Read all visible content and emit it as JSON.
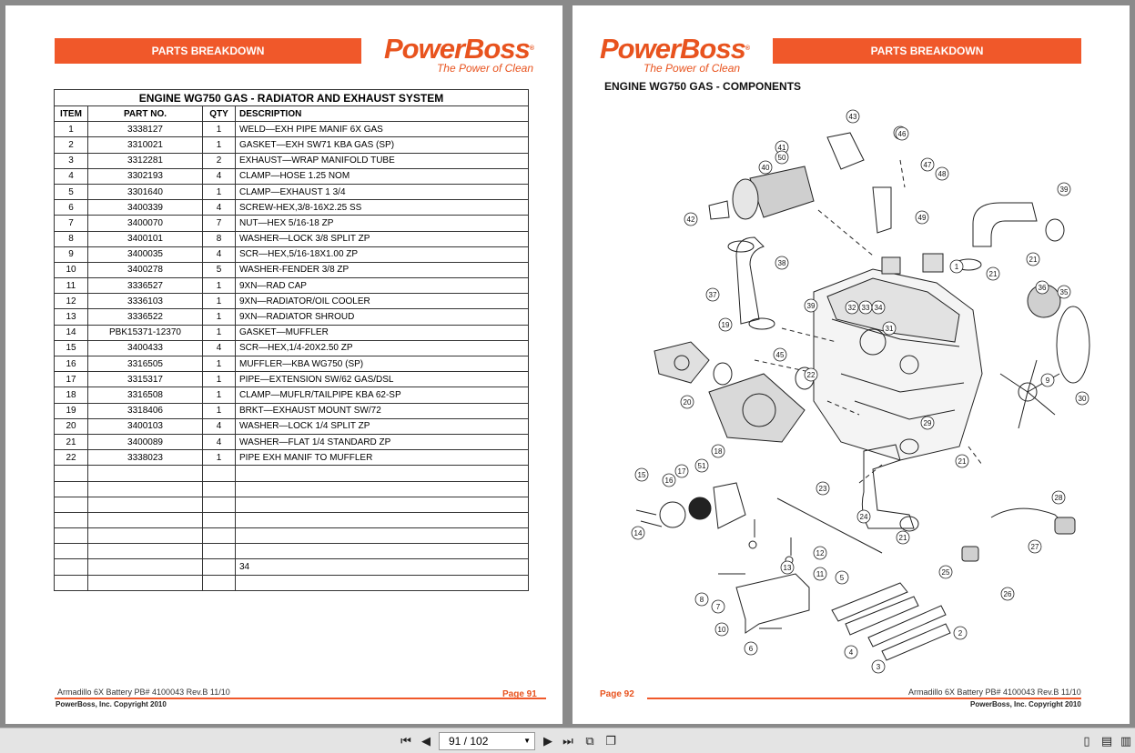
{
  "header": {
    "banner_label": "PARTS BREAKDOWN",
    "logo_text": "PowerBoss",
    "logo_tagline": "The Power of Clean"
  },
  "left_page": {
    "table_title": "ENGINE WG750 GAS - RADIATOR AND EXHAUST SYSTEM",
    "columns": [
      "ITEM",
      "PART NO.",
      "QTY",
      "DESCRIPTION"
    ],
    "rows": [
      [
        "1",
        "3338127",
        "1",
        "WELD—EXH PIPE MANIF 6X GAS"
      ],
      [
        "2",
        "3310021",
        "1",
        "GASKET—EXH SW71 KBA GAS (SP)"
      ],
      [
        "3",
        "3312281",
        "2",
        "EXHAUST—WRAP MANIFOLD TUBE"
      ],
      [
        "4",
        "3302193",
        "4",
        "CLAMP—HOSE 1.25 NOM"
      ],
      [
        "5",
        "3301640",
        "1",
        "CLAMP—EXHAUST 1 3/4"
      ],
      [
        "6",
        "3400339",
        "4",
        "SCREW-HEX,3/8-16X2.25 SS"
      ],
      [
        "7",
        "3400070",
        "7",
        "NUT—HEX 5/16-18 ZP"
      ],
      [
        "8",
        "3400101",
        "8",
        "WASHER—LOCK 3/8 SPLIT ZP"
      ],
      [
        "9",
        "3400035",
        "4",
        "SCR—HEX,5/16-18X1.00 ZP"
      ],
      [
        "10",
        "3400278",
        "5",
        "WASHER-FENDER 3/8 ZP"
      ],
      [
        "11",
        "3336527",
        "1",
        "9XN—RAD CAP"
      ],
      [
        "12",
        "3336103",
        "1",
        "9XN—RADIATOR/OIL COOLER"
      ],
      [
        "13",
        "3336522",
        "1",
        "9XN—RADIATOR SHROUD"
      ],
      [
        "14",
        "PBK15371-12370",
        "1",
        "GASKET—MUFFLER"
      ],
      [
        "15",
        "3400433",
        "4",
        "SCR—HEX,1/4-20X2.50 ZP"
      ],
      [
        "16",
        "3316505",
        "1",
        "MUFFLER—KBA WG750 (SP)"
      ],
      [
        "17",
        "3315317",
        "1",
        "PIPE—EXTENSION SW/62 GAS/DSL"
      ],
      [
        "18",
        "3316508",
        "1",
        "CLAMP—MUFLR/TAILPIPE KBA 62-SP"
      ],
      [
        "19",
        "3318406",
        "1",
        "BRKT—EXHAUST MOUNT SW/72"
      ],
      [
        "20",
        "3400103",
        "4",
        "WASHER—LOCK 1/4 SPLIT ZP"
      ],
      [
        "21",
        "3400089",
        "4",
        "WASHER—FLAT 1/4 STANDARD ZP"
      ],
      [
        "22",
        "3338023",
        "1",
        "PIPE EXH MANIF TO MUFFLER"
      ],
      [
        "",
        "",
        "",
        ""
      ],
      [
        "",
        "",
        "",
        ""
      ],
      [
        "",
        "",
        "",
        ""
      ],
      [
        "",
        "",
        "",
        ""
      ],
      [
        "",
        "",
        "",
        ""
      ],
      [
        "",
        "",
        "",
        ""
      ],
      [
        "",
        "",
        "",
        "34"
      ],
      [
        "",
        "",
        "",
        ""
      ]
    ],
    "footer_doc": "Armadillo 6X Battery PB# 4100043 Rev.B 11/10",
    "footer_copy": "PowerBoss, Inc. Copyright 2010",
    "page_label": "Page  91"
  },
  "right_page": {
    "diagram_title": "ENGINE WG750 GAS - COMPONENTS",
    "callouts": [
      "1",
      "2",
      "3",
      "4",
      "5",
      "6",
      "7",
      "8",
      "9",
      "10",
      "11",
      "12",
      "13",
      "14",
      "15",
      "16",
      "17",
      "18",
      "19",
      "20",
      "21",
      "21",
      "21",
      "21",
      "22",
      "23",
      "24",
      "25",
      "26",
      "27",
      "28",
      "29",
      "30",
      "31",
      "32",
      "33",
      "34",
      "35",
      "36",
      "37",
      "38",
      "39",
      "39",
      "40",
      "41",
      "42",
      "43",
      "44",
      "45",
      "46",
      "47",
      "48",
      "49",
      "50",
      "51"
    ],
    "footer_doc": "Armadillo 6X Battery PB# 4100043 Rev.B 11/10",
    "footer_copy": "PowerBoss, Inc. Copyright 2010",
    "page_label": "Page  92"
  },
  "toolbar": {
    "page_indicator": "91 / 102"
  }
}
